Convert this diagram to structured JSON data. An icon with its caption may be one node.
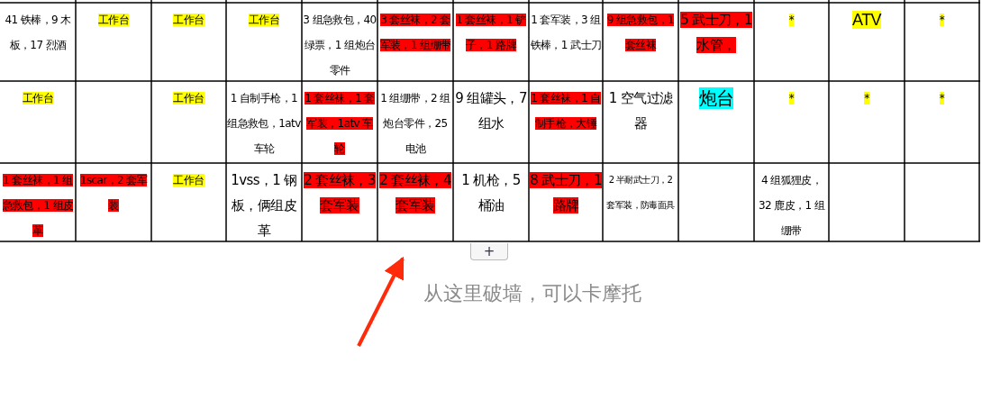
{
  "diagram": {
    "labels": [
      "41 铁棒，9 木板，17 烈酒",
      "工作台",
      "工作台",
      "工作台",
      "3 组急救包，40 绿票，1 组炮台零件",
      "3 套丝袜，2 套军装，1 组绷带",
      "1 套丝袜，1 铲子，1 路牌",
      "1 套军装，3 组铁棒，1 武士刀",
      "9 组急救包，1 套丝袜",
      "5 武士刀，1 水管，",
      "*",
      "ATV",
      "*",
      "工作台",
      "工作台",
      "1 自制手枪，1 组急救包，1atv 车轮",
      "1 套丝袜，1 套军装，1atv 车轮",
      "1 组绷带，2 组炮台零件，25 电池",
      "9 组罐头，7 组水",
      "1 套丝袜，1 自制手枪，大锤",
      "1 空气过滤器",
      "炮台",
      "*",
      "*",
      "*",
      "1 套丝袜，1 组急救包，1 组皮革",
      "1scar，2 套军装",
      "工作台",
      "1vss，1 钢板，俩组皮革",
      "2 套丝袜，3 套军装",
      "2 套丝袜，4 套军装",
      "1 机枪，5 桶油",
      "8 武士刀，1 路牌",
      "2 半耐武士刀，2 套军装，防毒面具",
      "4 组狐狸皮，32 鹿皮，1 组绷带",
      "+",
      "从这里破墙，可以卡摩托"
    ]
  }
}
